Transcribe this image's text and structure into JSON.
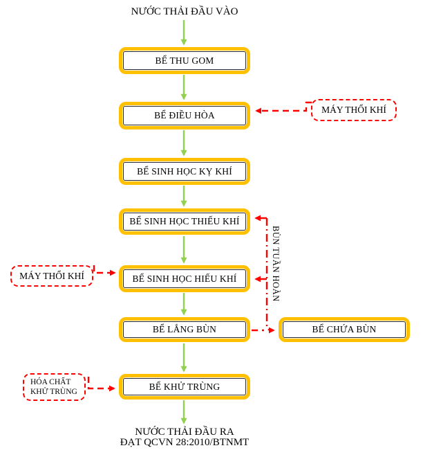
{
  "diagram": {
    "inlet_label": "NƯỚC THẢI ĐẦU VÀO",
    "outlet_line1": "NƯỚC THẢI ĐẦU RA",
    "outlet_line2": "ĐẠT QCVN 28:2010/BTNMT",
    "boxes": [
      {
        "label": "BỂ THU GOM"
      },
      {
        "label": "BỂ ĐIỀU HÒA"
      },
      {
        "label": "BỂ SINH HỌC KỴ KHÍ"
      },
      {
        "label": "BỂ SINH HỌC THIẾU KHÍ"
      },
      {
        "label": "BỂ SINH HỌC HIẾU KHÍ"
      },
      {
        "label": "BỂ LẮNG BÙN"
      },
      {
        "label": "BỂ KHỬ TRÙNG"
      }
    ],
    "sludge_box": {
      "label": "BỂ CHỨA BÙN"
    },
    "annotations": {
      "blower_right": "MÁY THỔI KHÍ",
      "blower_left": "MÁY THỔI KHÍ",
      "chemical_line1": "HÓA CHẤT",
      "chemical_line2": "KHỬ TRÙNG",
      "recirculation": "BÙN TUẦN HOÀN"
    },
    "colors": {
      "box_border": "#FFC000",
      "box_inner_border": "#262626",
      "flow_arrow": "#92D050",
      "dashed_connector": "#FF0000",
      "text": "#000000",
      "background": "#FFFFFF"
    }
  }
}
